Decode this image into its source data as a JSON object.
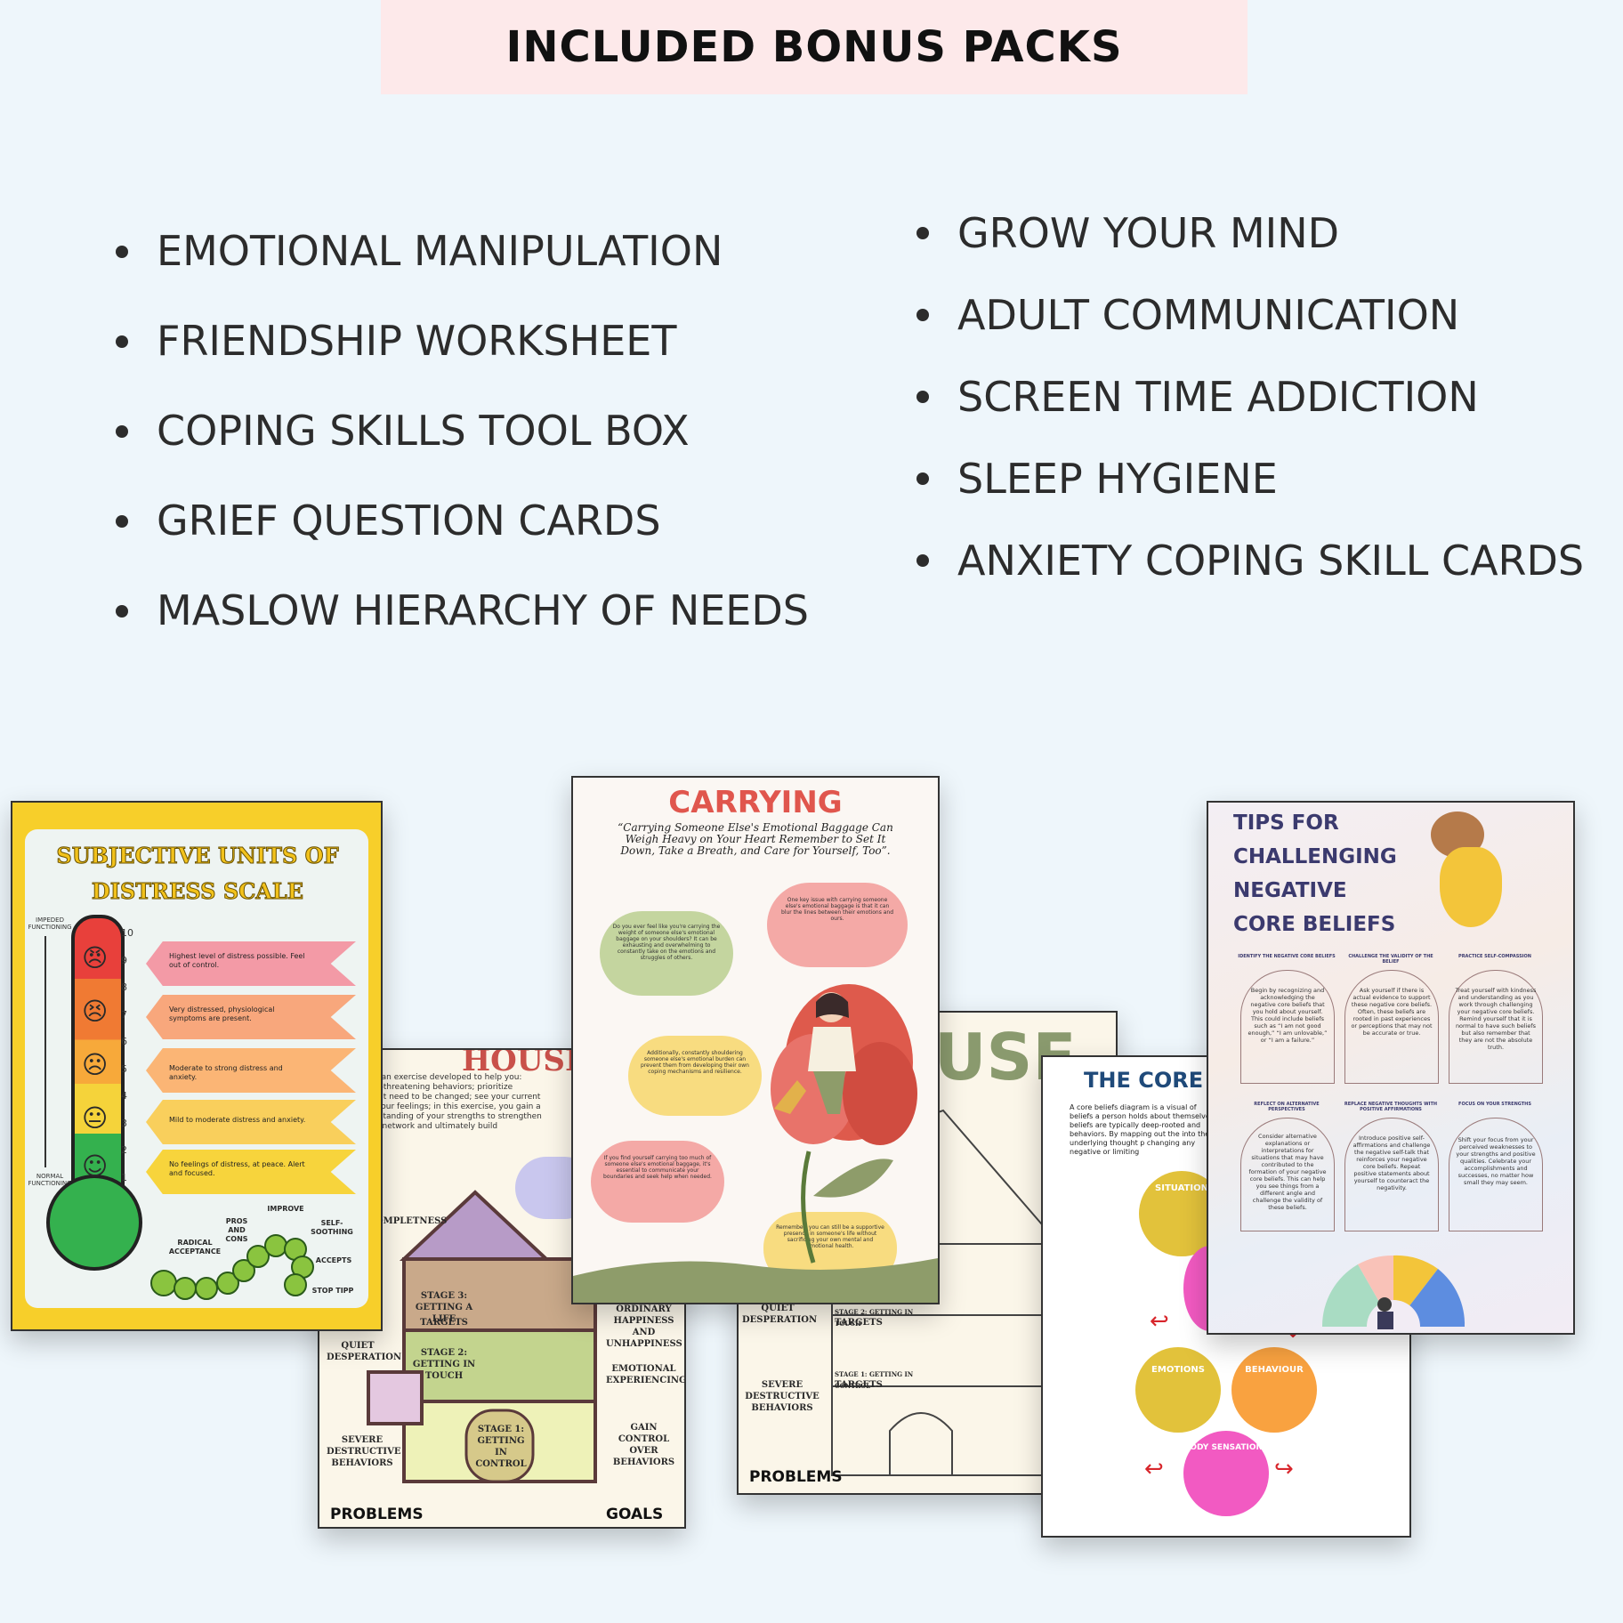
{
  "banner": {
    "title": "INCLUDED BONUS PACKS"
  },
  "packs_left": [
    "EMOTIONAL MANIPULATION",
    "FRIENDSHIP WORKSHEET",
    "COPING SKILLS TOOL BOX",
    "GRIEF QUESTION CARDS",
    "MASLOW HIERARCHY OF NEEDS"
  ],
  "packs_right": [
    "GROW YOUR MIND",
    "ADULT COMMUNICATION",
    "SCREEN TIME ADDICTION",
    "SLEEP HYGIENE",
    "ANXIETY COPING SKILL CARDS"
  ],
  "suds": {
    "title": "SUBJECTIVE UNITS OF DISTRESS SCALE",
    "impeded": "IMPEDED FUNCTIONING",
    "normal": "NORMAL FUNCTIONING",
    "numbers": [
      "10",
      "9",
      "8",
      "7",
      "6",
      "5",
      "4",
      "3",
      "2",
      "1"
    ],
    "arrows": [
      "Highest level of distress possible. Feel out of control.",
      "Very distressed, physiological symptoms are present.",
      "Moderate to strong distress and anxiety.",
      "Mild to moderate distress and anxiety.",
      "No feelings of distress, at peace. Alert and focused."
    ],
    "steps": [
      "RADICAL ACCEPTANCE",
      "PROS AND CONS",
      "IMPROVE",
      "SELF-SOOTHING",
      "ACCEPTS",
      "STOP TIPP"
    ]
  },
  "house": {
    "title": "HOUSE",
    "intro": "The house is an exercise developed to help you: complete life-threatening behaviors; prioritize behaviors that need to be changed; see your current situation to your feelings; in this exercise, you gain a better understanding of your strengths to strengthen your support network and ultimately build",
    "left_labels": [
      "COMPLETNESS",
      "QUIET DESPERATION",
      "SEVERE DESTRUCTIVE BEHAVIORS"
    ],
    "right_labels": [
      "ORDINARY HAPPINESS AND UNHAPPINESS",
      "EMOTIONAL EXPERIENCING",
      "GAIN CONTROL OVER BEHAVIORS"
    ],
    "stages": [
      "STAGE 3: GETTING A LIFE",
      "TARGETS",
      "STAGE 2: GETTING IN TOUCH",
      "STAGE 1: GETTING IN CONTROL"
    ],
    "problems": "PROBLEMS",
    "goals": "GOALS"
  },
  "house2": {
    "title": "USE",
    "labels": [
      "QUIET DESPERATION",
      "SEVERE DESTRUCTIVE BEHAVIORS",
      "STAGE 2: GETTING IN TOUCH",
      "TARGETS",
      "STAGE 1: GETTING IN CONTROL",
      "TARGETS"
    ],
    "problems": "PROBLEMS"
  },
  "carrying": {
    "title": "CARRYING",
    "quote": "“Carrying Someone Else's Emotional Baggage Can Weigh Heavy on Your Heart Remember to Set It Down, Take a Breath, and Care for Yourself, Too”.",
    "bubbles": [
      "Do you ever feel like you're carrying the weight of someone else's emotional baggage on your shoulders? It can be exhausting and overwhelming to constantly take on the emotions and struggles of others.",
      "One key issue with carrying someone else's emotional baggage is that it can blur the lines between their emotions and ours.",
      "Additionally, constantly shouldering someone else's emotional burden can prevent them from developing their own coping mechanisms and resilience.",
      "If you find yourself carrying too much of someone else's emotional baggage, it's essential to communicate your boundaries and seek help when needed.",
      "Remember, you can still be a supportive presence in someone's life without sacrificing your own mental and emotional health."
    ]
  },
  "core": {
    "title": "THE CORE",
    "intro": "A core beliefs diagram is a visual of beliefs a person holds about themselves; beliefs are typically deep-rooted and behaviors. By mapping out the into their underlying thought p changing any negative or limiting",
    "nodes": [
      "SITUATION",
      "EMOTIONS",
      "BEHAVIOUR",
      "BODY SENSATIONS"
    ]
  },
  "tips": {
    "title": [
      "TIPS FOR",
      "CHALLENGING",
      "NEGATIVE",
      "CORE BELIEFS"
    ],
    "arch_titles": [
      "IDENTIFY THE NEGATIVE CORE BELIEFS",
      "CHALLENGE THE VALIDITY OF THE BELIEF",
      "PRACTICE SELF-COMPASSION",
      "REFLECT ON ALTERNATIVE PERSPECTIVES",
      "REPLACE NEGATIVE THOUGHTS WITH POSITIVE AFFIRMATIONS",
      "FOCUS ON YOUR STRENGTHS"
    ],
    "arch_texts": [
      "Begin by recognizing and acknowledging the negative core beliefs that you hold about yourself. This could include beliefs such as “I am not good enough,” “I am unlovable,” or “I am a failure.”",
      "Ask yourself if there is actual evidence to support these negative core beliefs. Often, these beliefs are rooted in past experiences or perceptions that may not be accurate or true.",
      "Treat yourself with kindness and understanding as you work through challenging your negative core beliefs. Remind yourself that it is normal to have such beliefs but also remember that they are not the absolute truth.",
      "Consider alternative explanations or interpretations for situations that may have contributed to the formation of your negative core beliefs. This can help you see things from a different angle and challenge the validity of these beliefs.",
      "Introduce positive self-affirmations and challenge the negative self-talk that reinforces your negative core beliefs. Repeat positive statements about yourself to counteract the negativity.",
      "Shift your focus from your perceived weaknesses to your strengths and positive qualities. Celebrate your accomplishments and successes, no matter how small they may seem."
    ]
  },
  "colors": {
    "background": "#eef6fb",
    "banner": "#fde9ea",
    "suds_frame": "#f7cf2a",
    "carry_title": "#e0564d",
    "core_title": "#1f4a7a",
    "tips_title": "#3b3a6e"
  }
}
